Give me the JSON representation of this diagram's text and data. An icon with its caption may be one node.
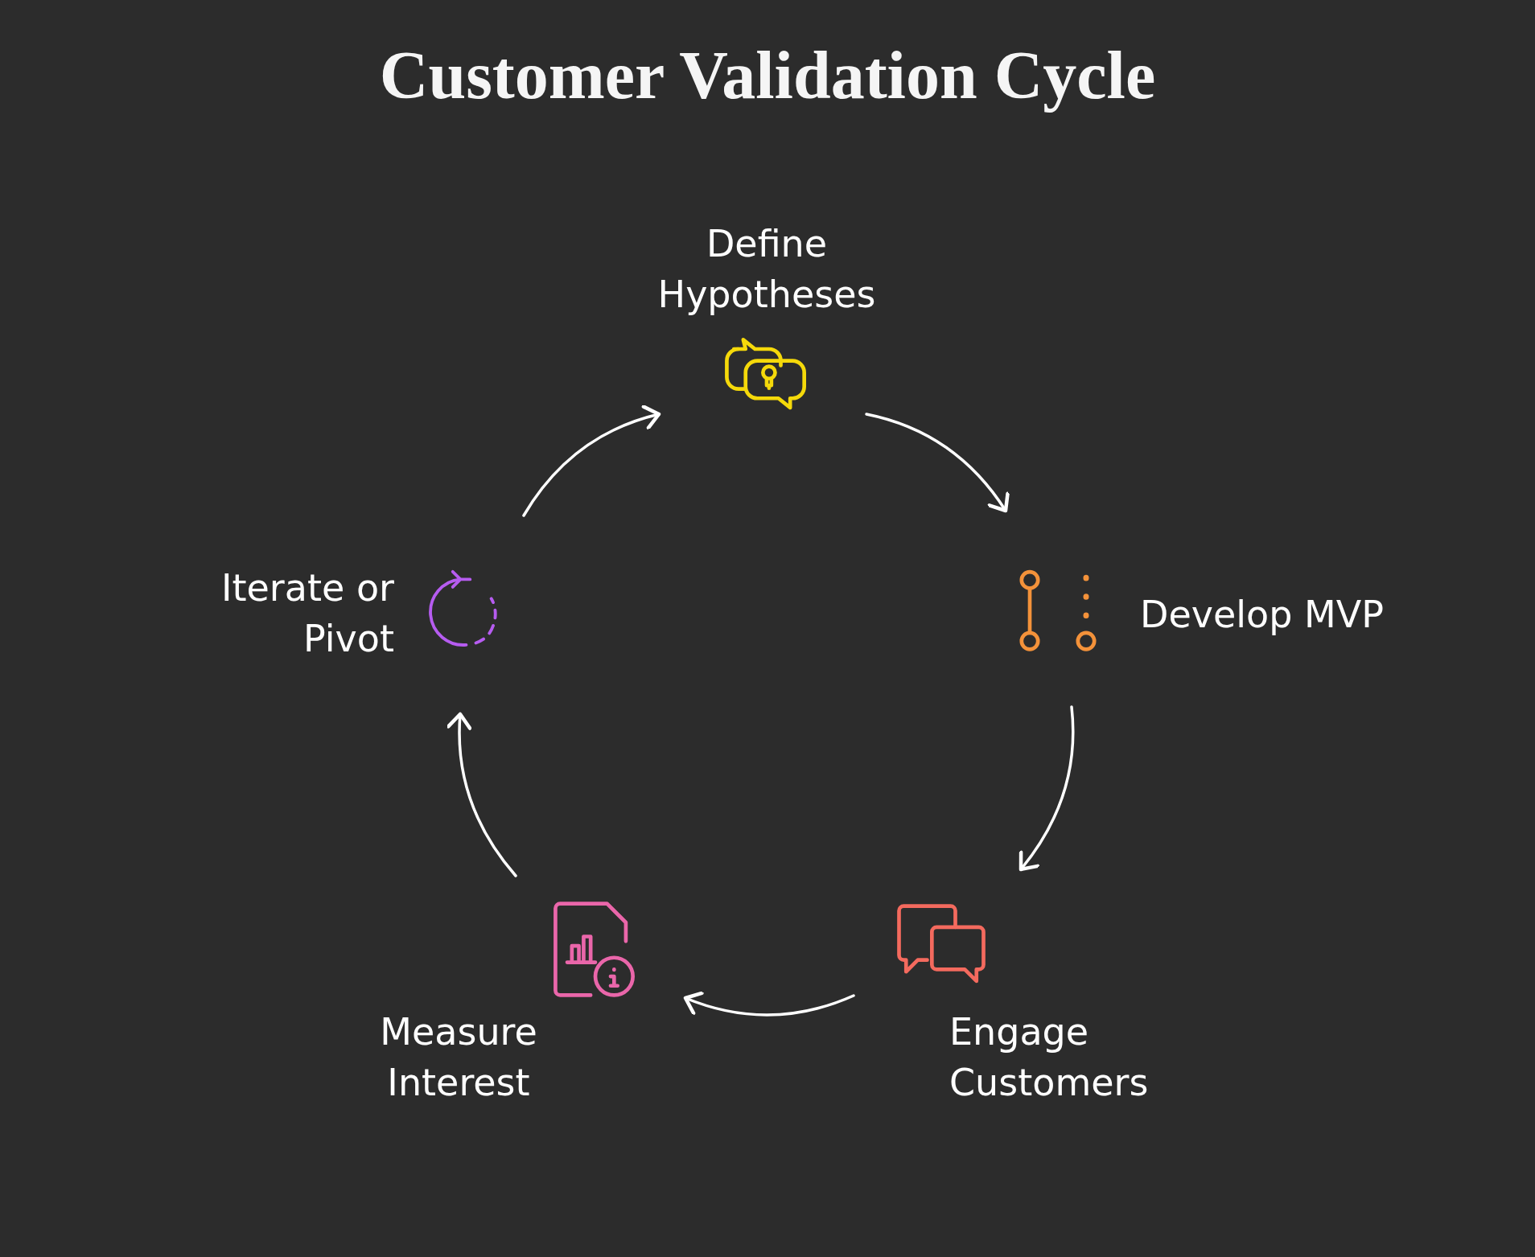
{
  "diagram": {
    "title": "Customer Validation Cycle",
    "nodes": [
      {
        "text": [
          "Define Hypotheses"
        ]
      },
      {
        "text": [
          "Develop MVP"
        ]
      },
      {
        "text": [
          "Engage Customers"
        ]
      },
      {
        "text": [
          "Measure Interest"
        ]
      },
      {
        "text": [
          "Iterate or Pivot"
        ]
      }
    ],
    "edges": [
      {
        "from": 0,
        "to": 1,
        "arrow": "to"
      },
      {
        "from": 1,
        "to": 2,
        "arrow": "to"
      },
      {
        "from": 2,
        "to": 3,
        "arrow": "to"
      },
      {
        "from": 3,
        "to": 4,
        "arrow": "to"
      },
      {
        "from": 4,
        "to": 0,
        "arrow": "to"
      }
    ]
  }
}
